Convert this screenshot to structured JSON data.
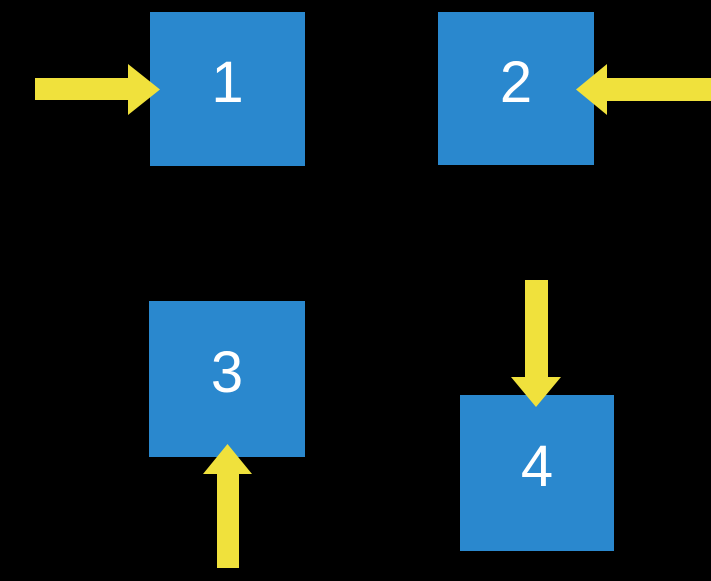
{
  "diagram": {
    "colors": {
      "background": "#000000",
      "square": "#2A88CE",
      "arrow": "#F0E13C",
      "label": "#FFFFFF"
    },
    "squares": [
      {
        "label": "1",
        "position": "top-left",
        "arrow_points": "right",
        "arrow_enters_from": "left"
      },
      {
        "label": "2",
        "position": "top-right",
        "arrow_points": "left",
        "arrow_enters_from": "right"
      },
      {
        "label": "3",
        "position": "bottom-left",
        "arrow_points": "up",
        "arrow_enters_from": "bottom"
      },
      {
        "label": "4",
        "position": "bottom-right",
        "arrow_points": "down",
        "arrow_enters_from": "top"
      }
    ]
  }
}
